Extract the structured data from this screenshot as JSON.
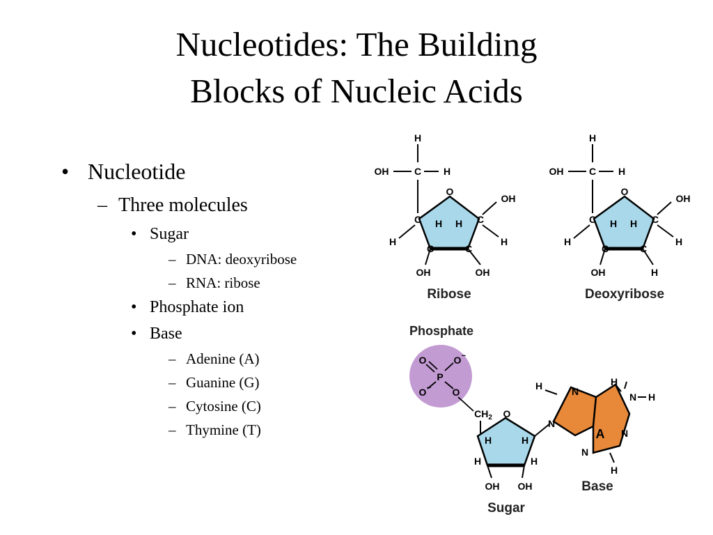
{
  "title": {
    "line1": "Nucleotides: The Building",
    "line2": "Blocks of Nucleic Acids"
  },
  "bullets": {
    "l1_mark": "•",
    "dash_mark": "–",
    "l3_mark": "•",
    "nucleotide": "Nucleotide",
    "three_molecules": "Three molecules",
    "sugar": "Sugar",
    "dna": "DNA: deoxyribose",
    "rna": "RNA: ribose",
    "phosphate_ion": "Phosphate ion",
    "base": "Base",
    "adenine": "Adenine (A)",
    "guanine": "Guanine (G)",
    "cytosine": "Cytosine (C)",
    "thymine": "Thymine (T)"
  },
  "diagram": {
    "colors": {
      "sugar_ring": "#a8d8ea",
      "phosphate": "#c39bd3",
      "base": "#e8893a"
    },
    "ribose": {
      "name": "Ribose",
      "atoms": {
        "h_top": "H",
        "oh_left": "OH",
        "c_top": "C",
        "h_right": "H",
        "o_ring": "O",
        "oh_ring": "OH",
        "c4": "C",
        "c1": "C",
        "h_ring_1": "H",
        "h_ring_2": "H",
        "h_c4": "H",
        "h_c1": "H",
        "c3": "C",
        "c2": "C",
        "oh_c3": "OH",
        "oh_c2": "OH"
      }
    },
    "deoxyribose": {
      "name": "Deoxyribose",
      "atoms": {
        "h_top": "H",
        "oh_left": "OH",
        "c_top": "C",
        "h_right": "H",
        "o_ring": "O",
        "oh_ring": "OH",
        "c4": "C",
        "c1": "C",
        "h_ring_1": "H",
        "h_ring_2": "H",
        "h_c4": "H",
        "h_c1": "H",
        "c3": "C",
        "c2": "C",
        "oh_c3": "OH",
        "h_c2": "H"
      }
    },
    "nucleotide": {
      "phosphate_label": "Phosphate",
      "sugar_label": "Sugar",
      "base_label": "Base",
      "base_letter": "A",
      "atoms": {
        "p_o1": "O",
        "p_o2": "O",
        "p_p": "P",
        "p_o3": "O",
        "p_o4": "O",
        "minus": "−",
        "ch2": "CH",
        "sub2": "2",
        "ring_o": "O",
        "sh1": "H",
        "sh2": "H",
        "sh3": "H",
        "sh4": "H",
        "soh1": "OH",
        "soh2": "OH",
        "bh1": "H",
        "bn1": "N",
        "bn2": "N",
        "bn3": "N",
        "bn4": "N",
        "bh2": "H",
        "bnh": "N",
        "bh3": "H",
        "bh4": "H"
      }
    }
  }
}
